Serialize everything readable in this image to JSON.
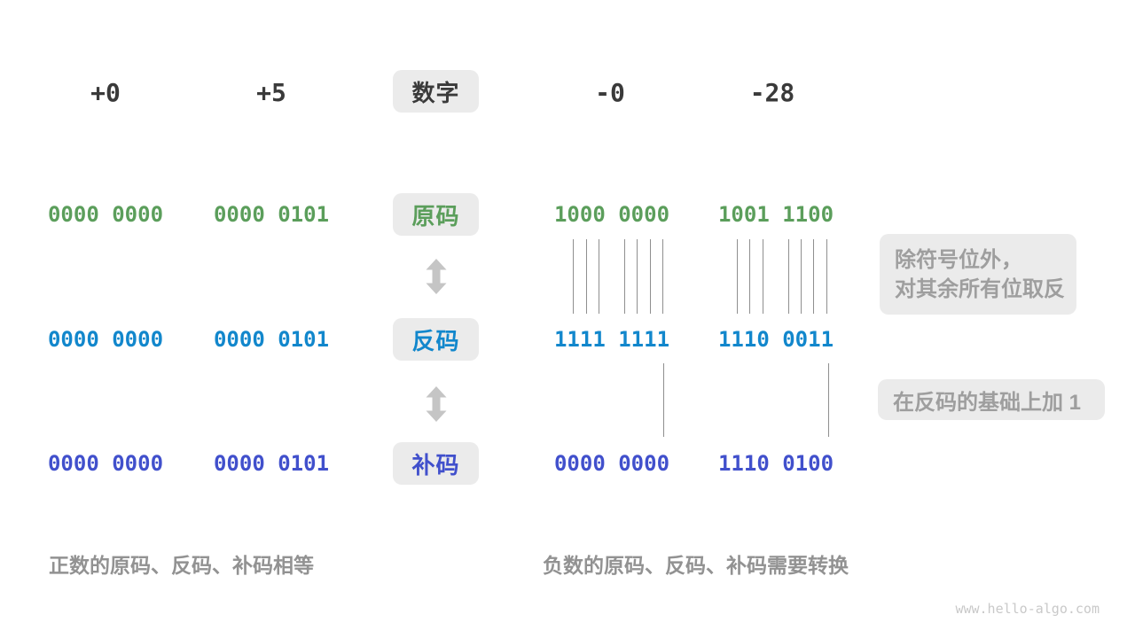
{
  "header": {
    "positive_zero": "+0",
    "positive_five": "+5",
    "number_label": "数字",
    "negative_zero": "-0",
    "negative_twenty_eight": "-28"
  },
  "rows": {
    "sign_magnitude": {
      "label": "原码",
      "values": [
        "0000 0000",
        "0000 0101",
        "1000 0000",
        "1001 1100"
      ]
    },
    "ones_complement": {
      "label": "反码",
      "values": [
        "0000 0000",
        "0000 0101",
        "1111 1111",
        "1110 0011"
      ]
    },
    "twos_complement": {
      "label": "补码",
      "values": [
        "0000 0000",
        "0000 0101",
        "0000 0000",
        "1110 0100"
      ]
    }
  },
  "annotations": {
    "invert_line1": "除符号位外，",
    "invert_line2": "对其余所有位取反",
    "add_one": "在反码的基础上加 1"
  },
  "captions": {
    "positive": "正数的原码、反码、补码相等",
    "negative": "负数的原码、反码、补码需要转换"
  },
  "watermark": "www.hello-algo.com",
  "colors": {
    "sign_magnitude_green": "#5b9e5b",
    "ones_complement_blue": "#1287cc",
    "twos_complement_indigo": "#4150cc",
    "chip_background": "#ebebeb",
    "dark_text": "#3a3a3a",
    "note_text": "#9e9e9e",
    "caption_text": "#929292",
    "arrow_gray": "#c5c5c5",
    "connector_line": "#8f8f8f"
  }
}
